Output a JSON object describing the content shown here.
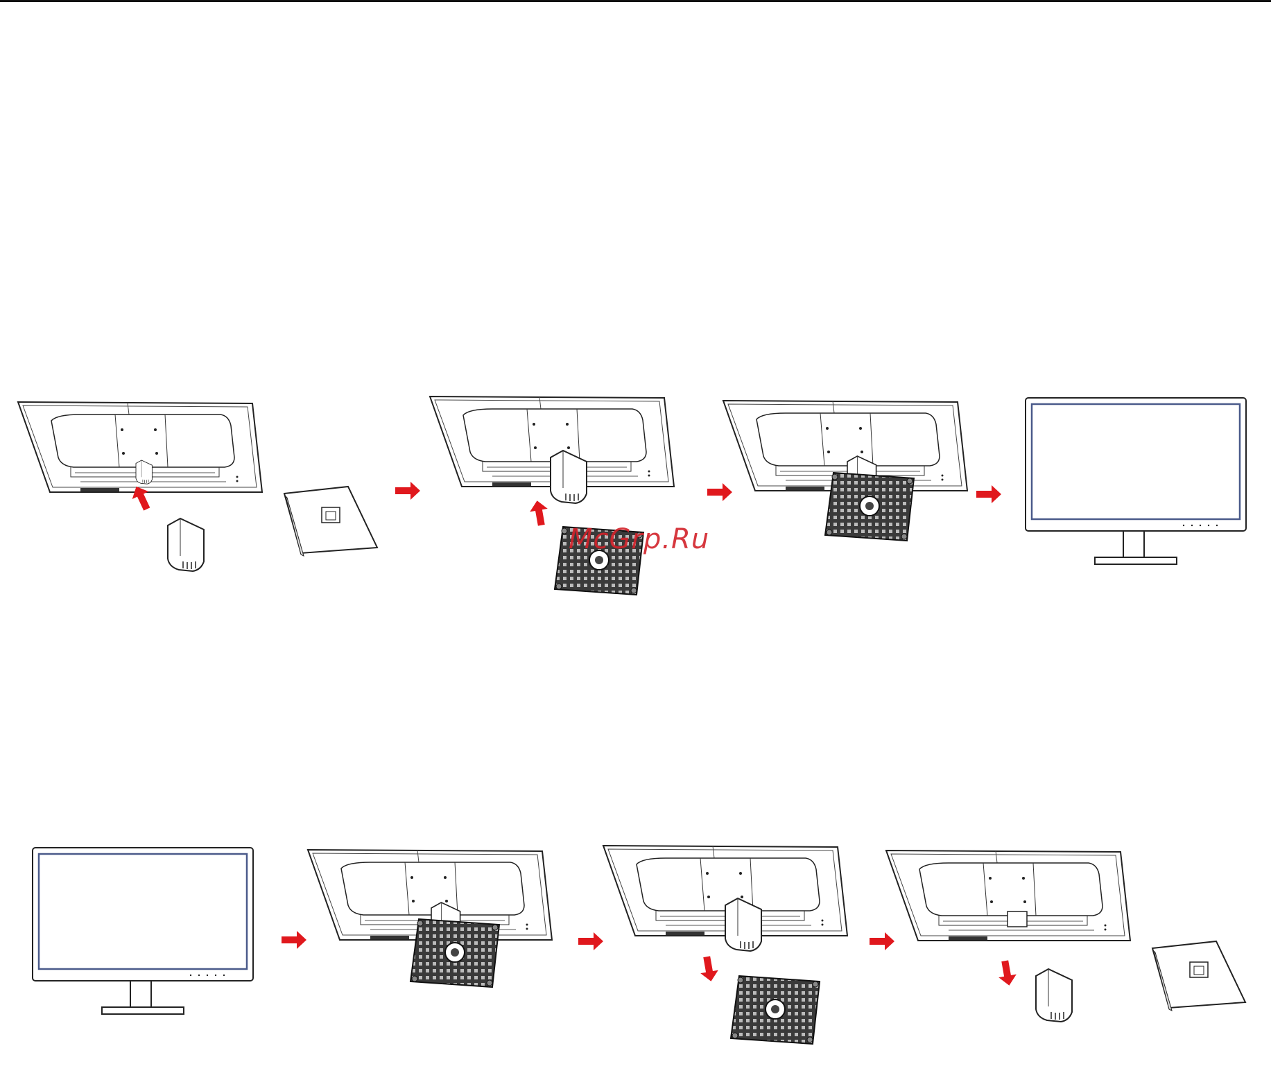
{
  "watermark": {
    "text": "McGrp.Ru",
    "color": "#d2222a"
  },
  "colors": {
    "arrow": "#e0181d",
    "line": "#222222",
    "stand": "#3a3a3a"
  },
  "sequences": [
    {
      "name": "installation",
      "steps": [
        "monitor-back-with-neck-attach",
        "monitor-back-neck-installed-base-attach",
        "monitor-back-base-installed",
        "monitor-front-assembled"
      ]
    },
    {
      "name": "removal",
      "steps": [
        "monitor-front",
        "monitor-back-with-base",
        "monitor-back-base-detach",
        "monitor-back-neck-detach"
      ]
    }
  ]
}
